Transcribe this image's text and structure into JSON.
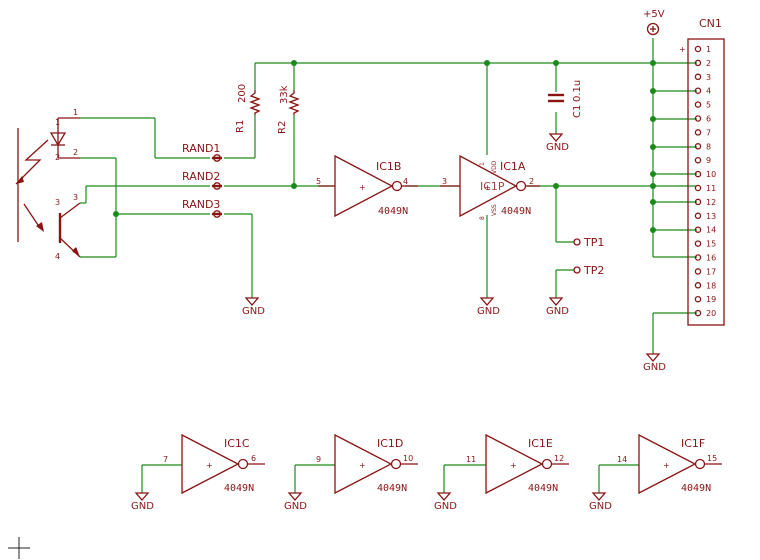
{
  "supply_label": "+5V",
  "ground_label": "GND",
  "connector": {
    "name": "CN1",
    "pins": [
      "1",
      "2",
      "3",
      "4",
      "5",
      "6",
      "7",
      "8",
      "9",
      "10",
      "11",
      "12",
      "13",
      "14",
      "15",
      "16",
      "17",
      "18",
      "19",
      "20"
    ]
  },
  "gates": [
    {
      "name": "IC1B",
      "value": "4049N",
      "pin_in": "5",
      "pin_out": "4"
    },
    {
      "name": "IC1A",
      "value": "4049N",
      "pin_in": "3",
      "pin_out": "2"
    },
    {
      "name": "IC1C",
      "value": "4049N",
      "pin_in": "7",
      "pin_out": "6"
    },
    {
      "name": "IC1D",
      "value": "4049N",
      "pin_in": "9",
      "pin_out": "10"
    },
    {
      "name": "IC1E",
      "value": "4049N",
      "pin_in": "11",
      "pin_out": "12"
    },
    {
      "name": "IC1F",
      "value": "4049N",
      "pin_in": "14",
      "pin_out": "15"
    }
  ],
  "power_pins": {
    "vdd": "VDD",
    "vss": "VSS",
    "vdd_num": "1",
    "vss_num": "8",
    "block_label": "IC1P"
  },
  "resistors": [
    {
      "name": "R1",
      "value": "200"
    },
    {
      "name": "R2",
      "value": "33k"
    }
  ],
  "capacitor": {
    "name": "C1",
    "value": "0.1u"
  },
  "pads": [
    "RAND1",
    "RAND2",
    "RAND3"
  ],
  "testpoints": [
    "TP1",
    "TP2"
  ],
  "opto_pins": [
    "1",
    "2",
    "3",
    "4"
  ],
  "gate_symbol": "+"
}
